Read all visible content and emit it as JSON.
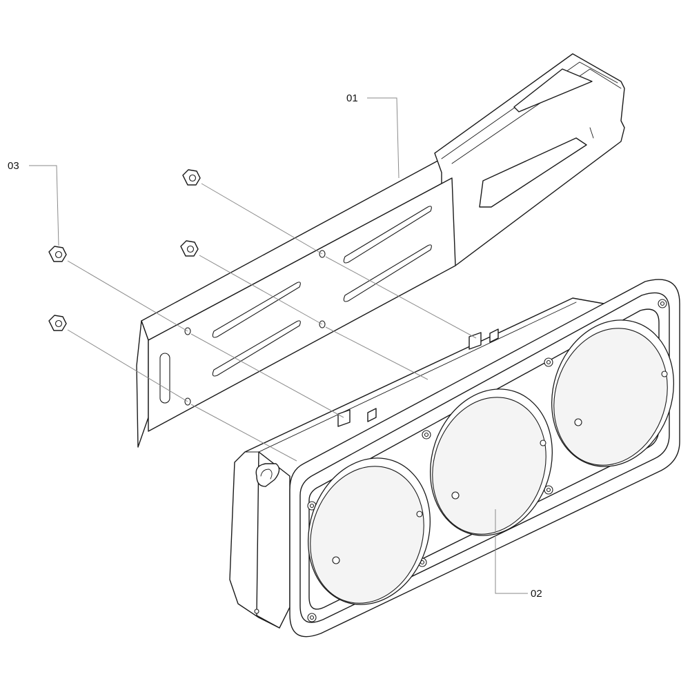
{
  "callouts": {
    "bracket": {
      "number": "01"
    },
    "lamp": {
      "number": "02"
    },
    "nut": {
      "number": "03"
    }
  },
  "colors": {
    "line": "#1a1a1a",
    "leader": "#8a8a8a",
    "background": "#ffffff"
  }
}
